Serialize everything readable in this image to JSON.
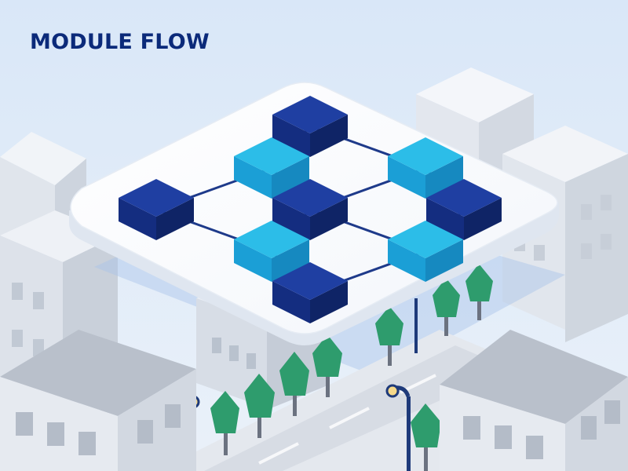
{
  "title": "MODULE FLOW",
  "colors": {
    "sky_top": "#dce9f8",
    "sky_bottom": "#e9f0f8",
    "platform": "#ffffff",
    "platform_side": "#dfe6f0",
    "module_dark_top": "#1f3fa2",
    "module_dark_left": "#142d80",
    "module_dark_right": "#0f2466",
    "module_light_top": "#2cbde8",
    "module_light_left": "#1b9fd6",
    "module_light_right": "#1689c0",
    "connector": "#1e3a8a",
    "tree": "#2e9c6d",
    "tree_dark": "#237f57",
    "building_light": "#eef1f6",
    "building_mid": "#d8dde6",
    "building_dark": "#c2c9d4",
    "roof": "#b9c0cb",
    "lamp": "#1e3a7a",
    "lamp_light": "#f6d98a"
  },
  "modules": [
    {
      "id": "m1",
      "row": 0,
      "col": 1,
      "shade": "dark"
    },
    {
      "id": "m2",
      "row": 1,
      "col": 0,
      "shade": "light"
    },
    {
      "id": "m3",
      "row": 1,
      "col": 2,
      "shade": "light"
    },
    {
      "id": "m4",
      "row": 2,
      "col": -1,
      "shade": "dark"
    },
    {
      "id": "m5",
      "row": 2,
      "col": 1,
      "shade": "dark"
    },
    {
      "id": "m6",
      "row": 2,
      "col": 3,
      "shade": "dark"
    },
    {
      "id": "m7",
      "row": 3,
      "col": 0,
      "shade": "light"
    },
    {
      "id": "m8",
      "row": 3,
      "col": 2,
      "shade": "light"
    },
    {
      "id": "m9",
      "row": 4,
      "col": 1,
      "shade": "dark"
    }
  ],
  "connections": [
    [
      "m1",
      "m2"
    ],
    [
      "m1",
      "m3"
    ],
    [
      "m2",
      "m4"
    ],
    [
      "m2",
      "m5"
    ],
    [
      "m3",
      "m5"
    ],
    [
      "m3",
      "m6"
    ],
    [
      "m4",
      "m7"
    ],
    [
      "m5",
      "m7"
    ],
    [
      "m5",
      "m8"
    ],
    [
      "m6",
      "m8"
    ],
    [
      "m7",
      "m9"
    ],
    [
      "m8",
      "m9"
    ]
  ]
}
